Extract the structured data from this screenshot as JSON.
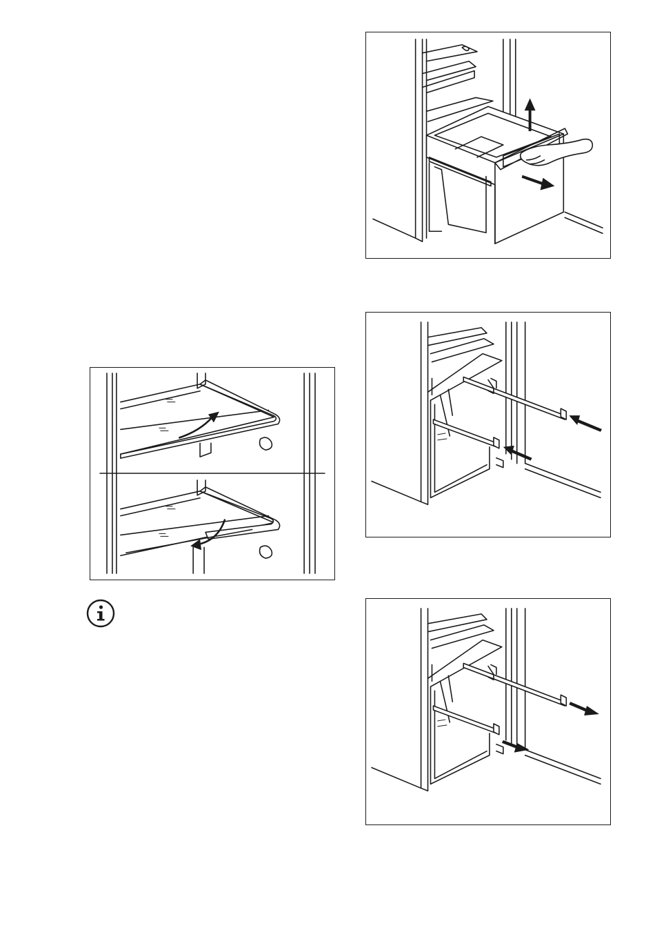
{
  "figures": [
    {
      "id": "drawer-removal",
      "arrows": [
        "arrow-up",
        "arrow-down-right"
      ]
    },
    {
      "id": "shelf-flip",
      "arrows": [
        "curved-arrow-up",
        "curved-arrow-down"
      ]
    },
    {
      "id": "rails-insert",
      "arrows": [
        "arrow-left",
        "arrow-left"
      ]
    },
    {
      "id": "rails-remove",
      "arrows": [
        "arrow-right",
        "arrow-right"
      ]
    }
  ],
  "icons": {
    "info": "info-icon"
  },
  "colors": {
    "line": "#1a1a1a",
    "background": "#ffffff"
  }
}
